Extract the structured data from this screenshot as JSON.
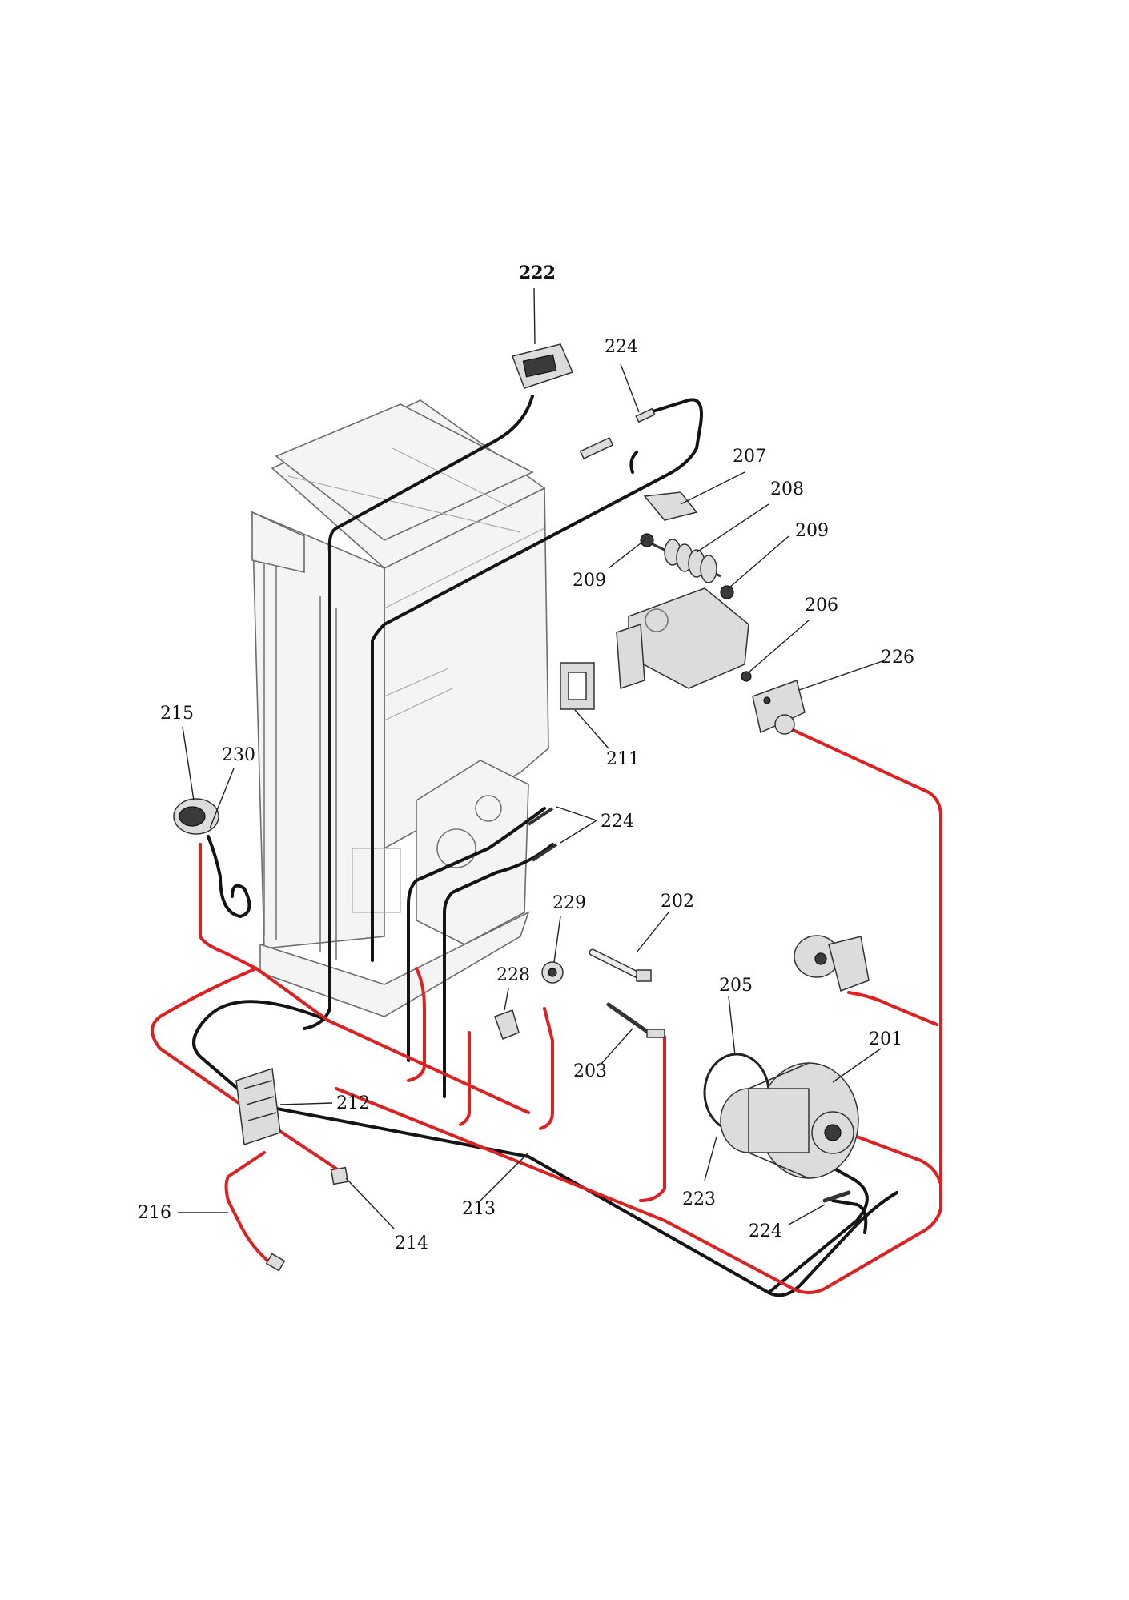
{
  "callouts": {
    "c222": "222",
    "c224_top": "224",
    "c207": "207",
    "c208": "208",
    "c209_left": "209",
    "c209_right": "209",
    "c206": "206",
    "c226": "226",
    "c215": "215",
    "c230": "230",
    "c211": "211",
    "c224_mid": "224",
    "c229": "229",
    "c202": "202",
    "c228": "228",
    "c205": "205",
    "c203": "203",
    "c201": "201",
    "c212": "212",
    "c213": "213",
    "c223": "223",
    "c216": "216",
    "c214": "214",
    "c224_bottom": "224"
  },
  "colors": {
    "power_wire": "#e02020",
    "signal_wire": "#141414",
    "frame_line": "#777777"
  }
}
